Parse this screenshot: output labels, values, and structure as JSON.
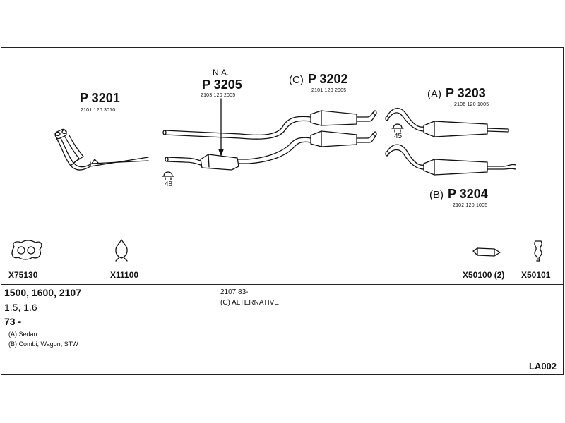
{
  "parts": {
    "p3201": {
      "number": "P 3201",
      "code": "2101 120 3010"
    },
    "p3205": {
      "note": "N.A.",
      "number": "P 3205",
      "code": "2103 120 2005"
    },
    "p3202": {
      "prefix": "(C)",
      "number": "P 3202",
      "code": "2101 120 2005"
    },
    "p3203": {
      "prefix": "(A)",
      "number": "P 3203",
      "code": "2106 120 1005"
    },
    "p3204": {
      "prefix": "(B)",
      "number": "P 3204",
      "code": "2102 120 1005"
    }
  },
  "clamps": {
    "c48": "48",
    "c45": "45"
  },
  "accessories": [
    {
      "id": "gasket",
      "code": "X75130"
    },
    {
      "id": "hanger",
      "code": "X11100"
    },
    {
      "id": "clamp",
      "code": "X50100 (2)"
    },
    {
      "id": "rubber",
      "code": "X50101"
    }
  ],
  "info": {
    "engines": "1500, 1600, 2107",
    "displacement": "1.5, 1.6",
    "year": "73 -",
    "variant_a": "(A) Sedan",
    "variant_b": "(B) Combi, Wagon, STW",
    "model_year": "2107 83-",
    "alternative": "(C) ALTERNATIVE",
    "diagram_code": "LA002"
  }
}
